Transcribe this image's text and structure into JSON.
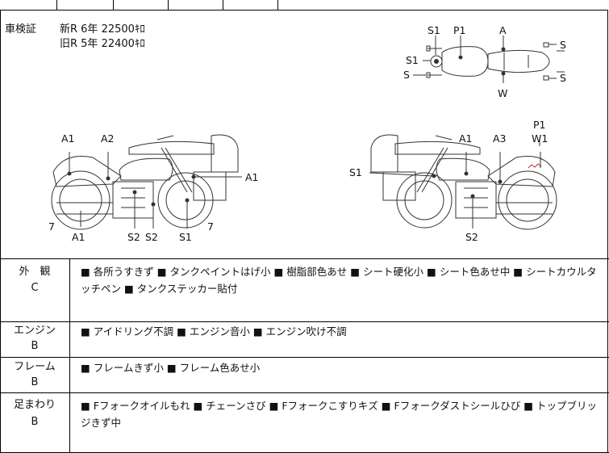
{
  "registration": {
    "label": "車検証",
    "new_row": "新R 6年 22500ｷﾛ",
    "old_row": "旧R 5年 22400ｷﾛ"
  },
  "diagram_labels": {
    "top_view": [
      "S1",
      "P1",
      "A",
      "S1",
      "S",
      "S",
      "S",
      "W"
    ],
    "left_side": [
      "A1",
      "A2",
      "A1",
      "7",
      "A1",
      "S2",
      "S2",
      "S1",
      "7"
    ],
    "right_side": [
      "P1",
      "A1",
      "A3",
      "W1",
      "S1",
      "S2"
    ]
  },
  "sections": [
    {
      "label_top": "外　観",
      "label_bottom": "C",
      "body": "■ 各所うすきず ■ タンクペイントはげ小 ■ 樹脂部色あせ ■ シート硬化小 ■ シート色あせ中 ■ シートカウルタッチペン ■ タンクステッカー貼付"
    },
    {
      "label_top": "エンジン",
      "label_bottom": "B",
      "body": "■ アイドリング不調 ■ エンジン音小 ■ エンジン吹け不調"
    },
    {
      "label_top": "フレーム",
      "label_bottom": "B",
      "body": "■ フレームきず小 ■ フレーム色あせ小"
    },
    {
      "label_top": "足まわり",
      "label_bottom": "B",
      "body": "■ Fフォークオイルもれ ■ チェーンさび ■ Fフォークこすりキズ ■ Fフォークダストシールひび ■ トップブリッジきず中"
    }
  ]
}
